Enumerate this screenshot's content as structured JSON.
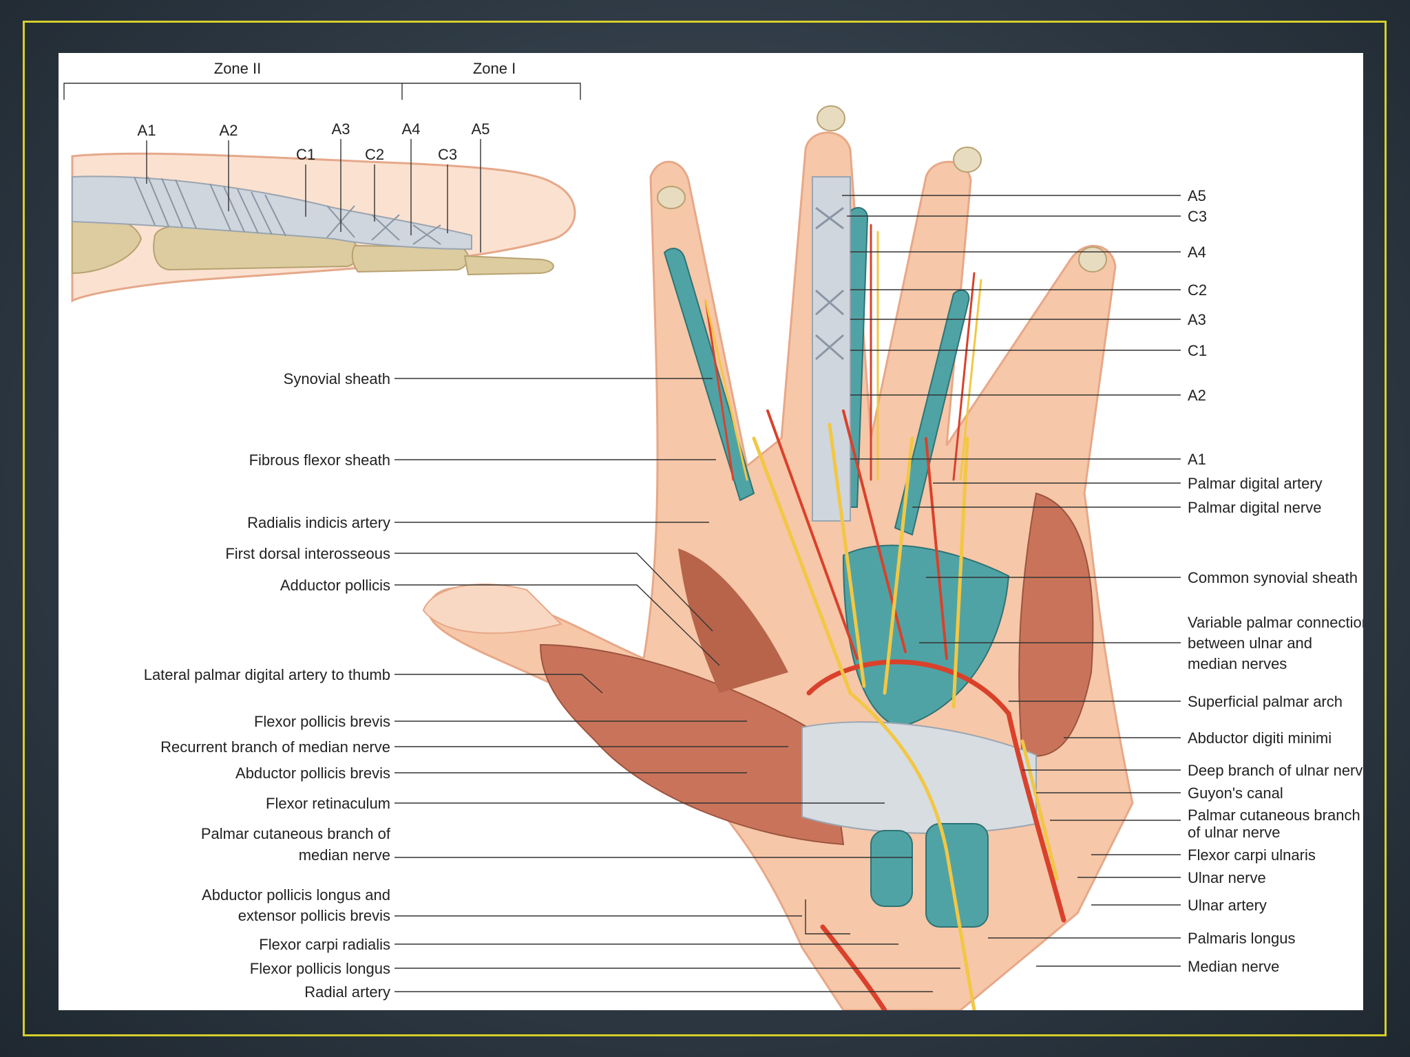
{
  "zones": {
    "zone2": "Zone II",
    "zone1": "Zone I"
  },
  "inset_labels": {
    "a1": "A1",
    "a2": "A2",
    "a3": "A3",
    "a4": "A4",
    "a5": "A5",
    "c1": "C1",
    "c2": "C2",
    "c3": "C3"
  },
  "right_labels": {
    "a5": "A5",
    "c3": "C3",
    "a4": "A4",
    "c2": "C2",
    "a3": "A3",
    "c1": "C1",
    "a2": "A2",
    "a1": "A1",
    "palmar_digital_artery": "Palmar digital artery",
    "palmar_digital_nerve": "Palmar digital nerve",
    "common_synovial_sheath": "Common synovial sheath",
    "variable_connection_1": "Variable palmar connection",
    "variable_connection_2": "between ulnar and",
    "variable_connection_3": "median nerves",
    "superficial_palmar_arch": "Superficial palmar arch",
    "abductor_digiti_minimi": "Abductor digiti minimi",
    "deep_branch_ulnar_nerve": "Deep branch of ulnar nerve",
    "guyons_canal": "Guyon's canal",
    "palmar_cutaneous_ulnar_1": "Palmar cutaneous branch",
    "palmar_cutaneous_ulnar_2": "of ulnar nerve",
    "flexor_carpi_ulnaris": "Flexor carpi ulnaris",
    "ulnar_nerve": "Ulnar nerve",
    "ulnar_artery": "Ulnar artery",
    "palmaris_longus": "Palmaris longus",
    "median_nerve": "Median nerve"
  },
  "left_labels": {
    "synovial_sheath": "Synovial sheath",
    "fibrous_flexor_sheath": "Fibrous flexor sheath",
    "radialis_indicis_artery": "Radialis indicis artery",
    "first_dorsal_interosseous": "First dorsal interosseous",
    "adductor_pollicis": "Adductor pollicis",
    "lateral_palmar_digital_artery": "Lateral palmar digital artery to thumb",
    "flexor_pollicis_brevis": "Flexor pollicis brevis",
    "recurrent_branch": "Recurrent branch of median nerve",
    "abductor_pollicis_brevis": "Abductor pollicis brevis",
    "flexor_retinaculum": "Flexor retinaculum",
    "palmar_cutaneous_median_1": "Palmar cutaneous branch of",
    "palmar_cutaneous_median_2": "median nerve",
    "abductor_longus_1": "Abductor pollicis longus and",
    "abductor_longus_2": "extensor pollicis brevis",
    "flexor_carpi_radialis": "Flexor carpi radialis",
    "flexor_pollicis_longus": "Flexor pollicis longus",
    "radial_artery": "Radial artery"
  },
  "colors": {
    "frame": "#d6cf2a",
    "skin": "#f6c7a8",
    "muscle": "#c9745a",
    "sheath": "#4fa3a5",
    "artery": "#d9412b",
    "nerve": "#f2c744",
    "ligament": "#d8dde2",
    "bone": "#dccca0"
  }
}
